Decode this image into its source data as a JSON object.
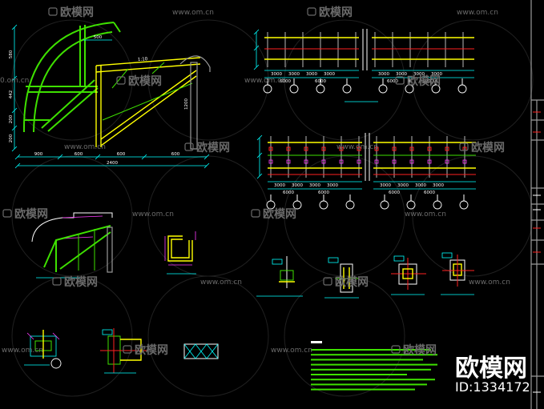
{
  "colors": {
    "background": "#000000",
    "cyan": "#00ffff",
    "green": "#3ee000",
    "yellow": "#ffff00",
    "red": "#ff2020",
    "white": "#ffffff",
    "grey": "#9a9a9a",
    "magenta": "#ff3cff",
    "watermark": "#6a6a6a"
  },
  "watermark": {
    "brand": "欧模网",
    "site": "www.om.cn",
    "site_partial": "0.om.cn",
    "id": "ID:1334172"
  },
  "arch": {
    "left_dims": [
      "580",
      "442",
      "200",
      "200"
    ],
    "bottom_dims": [
      "900",
      "600",
      "600",
      "600"
    ],
    "total_dim": "2400",
    "top_dim": "500",
    "slope": "1:10",
    "column_dim": "1200"
  },
  "elevation": {
    "bay_dim": "3000",
    "span_dim": "6000"
  },
  "plan": {
    "bay_dim": "3000",
    "span_dim": "6000"
  }
}
